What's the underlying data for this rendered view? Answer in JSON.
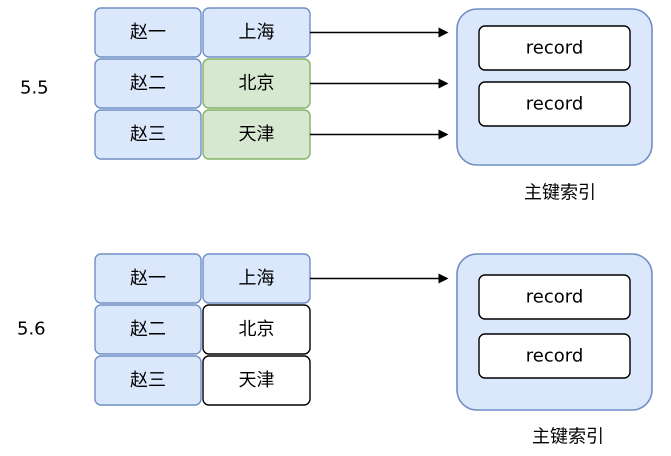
{
  "colors": {
    "blue_fill": "#dbe7fb",
    "blue_stroke": "#6f8fc5",
    "green_fill": "#d6e8d0",
    "green_stroke": "#82b366",
    "white_fill": "#ffffff",
    "black_stroke": "#000000",
    "arrow": "#000000"
  },
  "sections": [
    {
      "version": "5.5",
      "rows": [
        {
          "name": "赵一",
          "city": "上海",
          "city_state": "highlight-blue"
        },
        {
          "name": "赵二",
          "city": "北京",
          "city_state": "highlight-green"
        },
        {
          "name": "赵三",
          "city": "天津",
          "city_state": "highlight-green"
        }
      ],
      "index_records": [
        "record",
        "record"
      ],
      "index_caption": "主键索引"
    },
    {
      "version": "5.6",
      "rows": [
        {
          "name": "赵一",
          "city": "上海",
          "city_state": "highlight-blue"
        },
        {
          "name": "赵二",
          "city": "北京",
          "city_state": "plain"
        },
        {
          "name": "赵三",
          "city": "天津",
          "city_state": "plain"
        }
      ],
      "index_records": [
        "record",
        "record"
      ],
      "index_caption": "主键索引"
    }
  ]
}
